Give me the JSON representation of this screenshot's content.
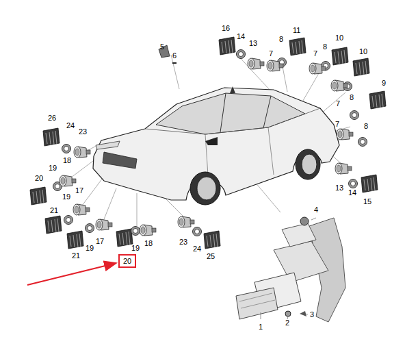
{
  "diagram": {
    "nodes": [
      {
        "text": [
          "20"
        ]
      }
    ],
    "labels": [
      "16",
      "14",
      "13",
      "8",
      "11",
      "5",
      "6",
      "7",
      "8",
      "10",
      "7",
      "10",
      "9",
      "7",
      "8",
      "7",
      "8",
      "26",
      "24",
      "23",
      "18",
      "19",
      "20",
      "19",
      "17",
      "21",
      "19",
      "17",
      "19",
      "18",
      "13",
      "14",
      "15",
      "4",
      "23",
      "24",
      "25",
      "21",
      "3",
      "2",
      "1"
    ]
  }
}
